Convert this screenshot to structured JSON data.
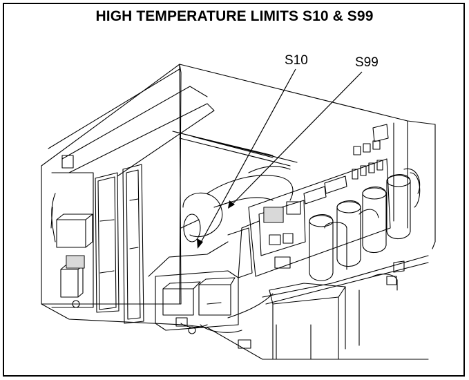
{
  "figure": {
    "title": "HIGH TEMPERATURE LIMITS S10 & S99",
    "callouts": {
      "s10": "S10",
      "s99": "S99"
    },
    "colors": {
      "line": "#000000",
      "background": "#ffffff",
      "shade": "#d9d9d9"
    }
  }
}
